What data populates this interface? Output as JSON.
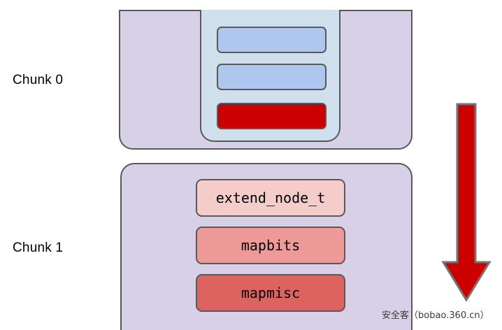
{
  "diagram": {
    "labels": [
      {
        "id": "chunk0",
        "text": "Chunk 0"
      },
      {
        "id": "chunk1",
        "text": "Chunk 1"
      }
    ],
    "chunk0": {
      "label": "Chunk 0",
      "outer_fill": "#d8d0e6",
      "inner_fill": "#cfdfec",
      "slots": [
        {
          "name": "slot-1",
          "label": "",
          "fill": "#afc7ef"
        },
        {
          "name": "slot-2",
          "label": "",
          "fill": "#afc7ef"
        },
        {
          "name": "slot-3",
          "label": "",
          "fill": "#cc0000"
        }
      ]
    },
    "chunk1": {
      "label": "Chunk 1",
      "outer_fill": "#d8d0e6",
      "fields": [
        {
          "name": "extend_node_t",
          "label": "extend_node_t",
          "fill": "#f4cdcb"
        },
        {
          "name": "mapbits",
          "label": "mapbits",
          "fill": "#ed9a98"
        },
        {
          "name": "mapmisc",
          "label": "mapmisc",
          "fill": "#dd6360"
        }
      ]
    },
    "arrow": {
      "name": "growth-direction-arrow",
      "direction": "down",
      "fill": "#cc0000",
      "stroke": "#737373"
    },
    "watermark": {
      "text": "安全客（bobao.360.cn）"
    },
    "colors": {
      "outline": "#595959",
      "lavender": "#d8d0e6",
      "light_blue": "#cfdfec",
      "blue": "#afc7ef",
      "red": "#cc0000"
    }
  }
}
